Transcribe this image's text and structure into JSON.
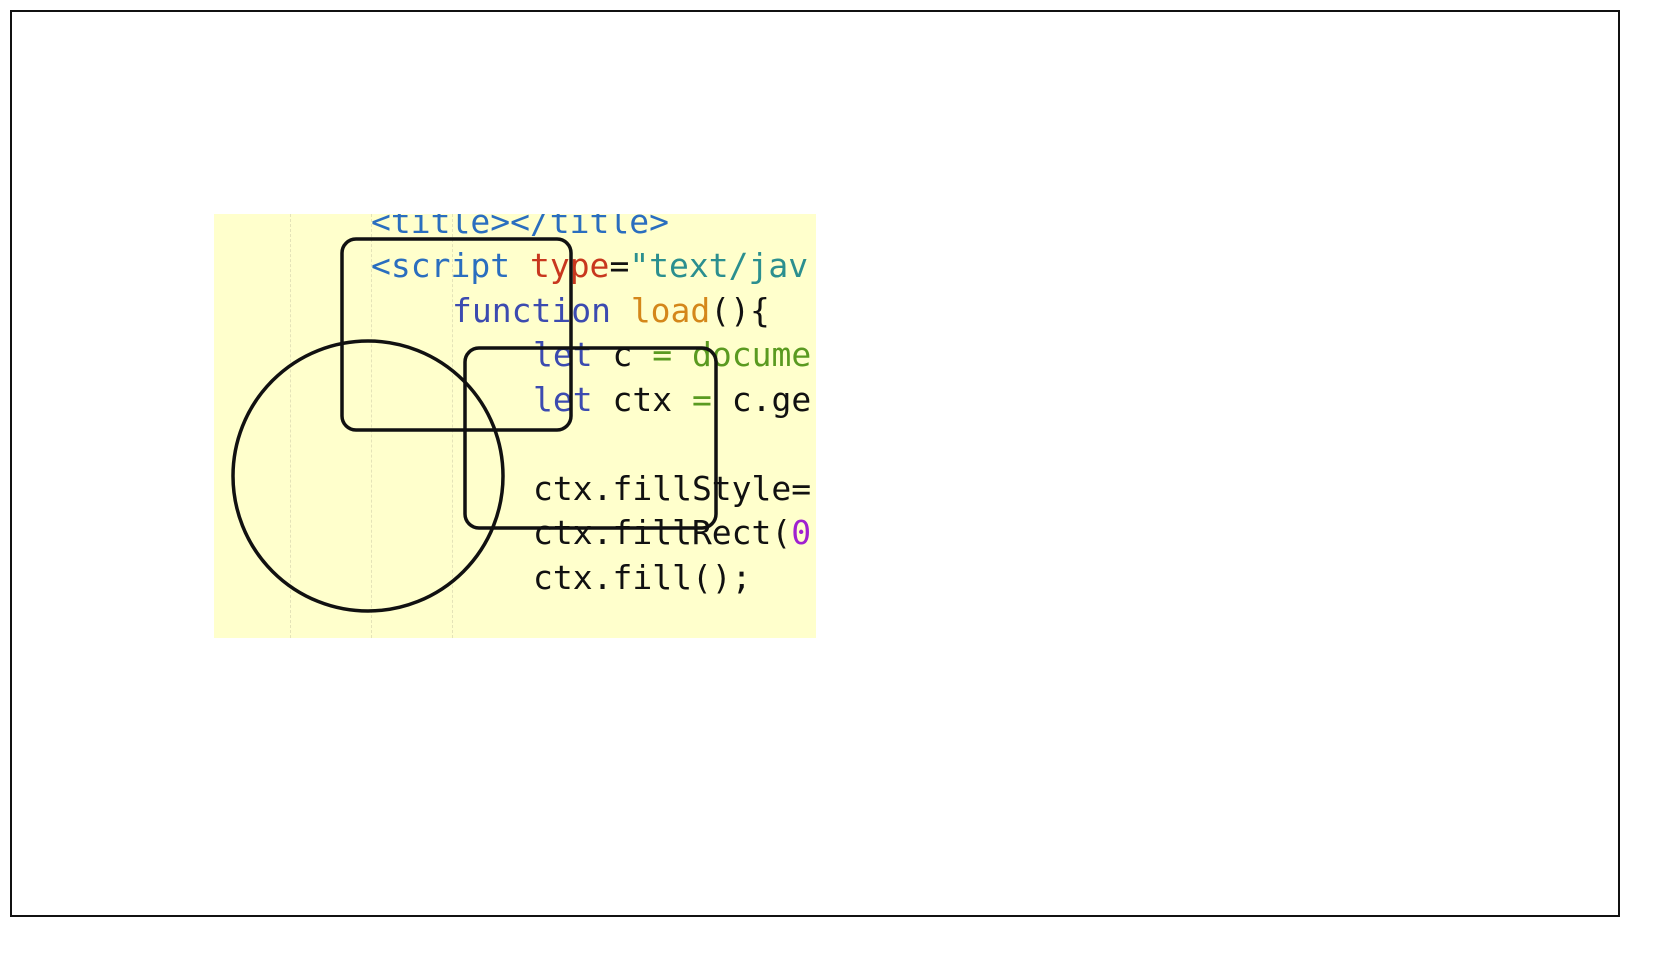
{
  "canvas": {
    "border_color": "#111111",
    "background": "#ffffff"
  },
  "code_image": {
    "background": "#ffffcc",
    "colors": {
      "tag": "#2a6ebf",
      "attribute": "#c8371e",
      "string": "#2b8f8f",
      "keyword": "#3c4bb0",
      "function_name": "#d4871a",
      "plain": "#111111",
      "object": "#5a9a20",
      "number": "#a020d0"
    },
    "lines": [
      [
        {
          "text": "<title></title>",
          "color": "tag"
        }
      ],
      [
        {
          "text": "<script ",
          "color": "tag"
        },
        {
          "text": "type",
          "color": "attribute"
        },
        {
          "text": "=",
          "color": "plain"
        },
        {
          "text": "\"text/jav",
          "color": "string"
        }
      ],
      [
        {
          "text": "function ",
          "color": "keyword"
        },
        {
          "text": "load",
          "color": "function_name"
        },
        {
          "text": "(){",
          "color": "plain"
        }
      ],
      [
        {
          "text": "let ",
          "color": "keyword"
        },
        {
          "text": "c ",
          "color": "plain"
        },
        {
          "text": "= ",
          "color": "object"
        },
        {
          "text": "docume",
          "color": "object"
        }
      ],
      [
        {
          "text": "let ",
          "color": "keyword"
        },
        {
          "text": "ctx ",
          "color": "plain"
        },
        {
          "text": "= ",
          "color": "object"
        },
        {
          "text": "c.ge",
          "color": "plain"
        }
      ],
      [],
      [
        {
          "text": "ctx.fillStyle=",
          "color": "plain"
        }
      ],
      [
        {
          "text": "ctx.fillRect(",
          "color": "plain"
        },
        {
          "text": "0",
          "color": "number"
        }
      ],
      [
        {
          "text": "ctx.fill();",
          "color": "plain"
        }
      ]
    ]
  },
  "shapes": {
    "stroke_color": "#111111"
  }
}
